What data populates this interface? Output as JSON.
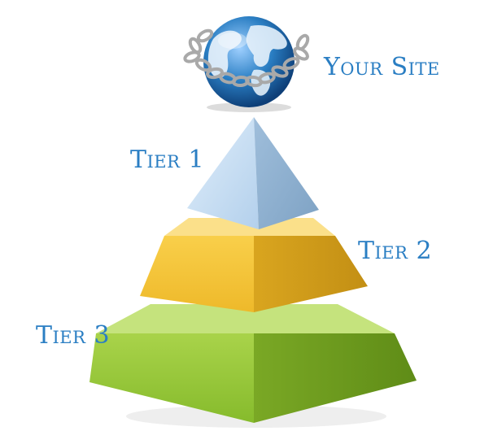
{
  "site_label": "Your Site",
  "tiers": [
    {
      "label": "Tier 1"
    },
    {
      "label": "Tier 2"
    },
    {
      "label": "Tier 3"
    }
  ],
  "colors": {
    "label_blue": "#2a7ec3",
    "tier1_light": "#c4dcf0",
    "tier1_dark": "#8fb1cf",
    "tier2_light": "#f7c948",
    "tier2_dark": "#d4a21a",
    "tier3_light": "#a6d24a",
    "tier3_dark": "#6f9e1e",
    "globe_ocean": "#1f6fbf",
    "globe_land": "#e8f2fb",
    "chain": "#b5b5b5"
  },
  "icons": {
    "globe": "globe-icon",
    "chain": "chain-icon"
  }
}
